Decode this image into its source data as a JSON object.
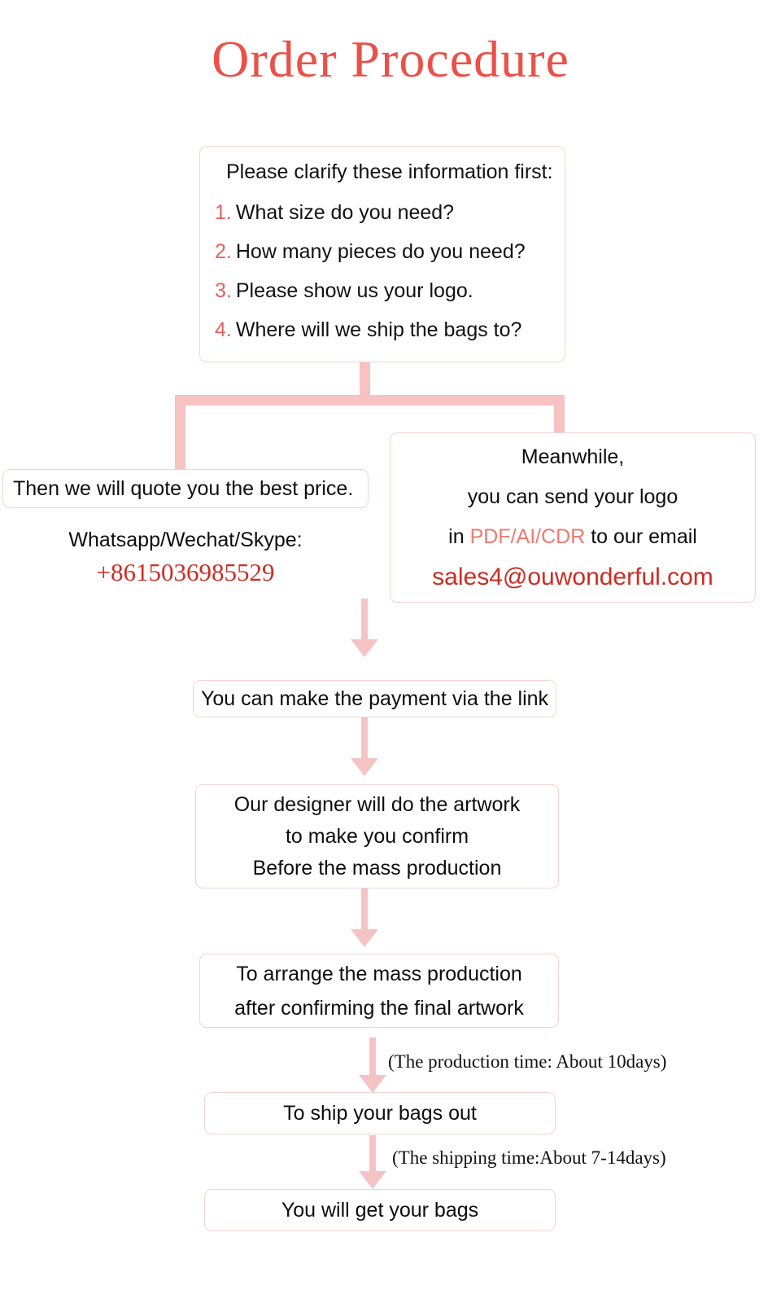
{
  "title": "Order Procedure",
  "colors": {
    "title_red": "#ea5149",
    "accent_red": "#cc2c22",
    "soft_red": "#ec7a70",
    "connector_pink": "#f6c2c2",
    "arrow_pink": "#f4c4c4",
    "box_border": "#f4d4d1"
  },
  "clarify": {
    "heading": "Please clarify these information first:",
    "items": [
      {
        "num": "1.",
        "text": "What size do you need?"
      },
      {
        "num": "2.",
        "text": "How many pieces do you need?"
      },
      {
        "num": "3.",
        "text": "Please show us your logo."
      },
      {
        "num": "4.",
        "text": "Where will we ship the bags to?"
      }
    ]
  },
  "quote": {
    "text": "Then we will quote you the best price."
  },
  "contact": {
    "channels": "Whatsapp/Wechat/Skype:",
    "phone": "+8615036985529"
  },
  "meanwhile": {
    "line1": "Meanwhile,",
    "line2": "you can send your logo",
    "line3_prefix": "in ",
    "line3_formats": "PDF/AI/CDR",
    "line3_suffix": " to our email",
    "email": "sales4@ouwonderful.com"
  },
  "payment": {
    "text": "You can make the payment via the link"
  },
  "designer": {
    "line1": "Our designer will do the artwork",
    "line2": "to make you confirm",
    "line3": "Before the mass production"
  },
  "massprod": {
    "line1": "To arrange the mass production",
    "line2": "after confirming the final artwork"
  },
  "shipout": {
    "text": "To ship your bags out"
  },
  "getbags": {
    "text": "You will get your bags"
  },
  "notes": {
    "production_time": "(The production time: About 10days)",
    "shipping_time": "(The shipping time:About 7-14days)"
  }
}
